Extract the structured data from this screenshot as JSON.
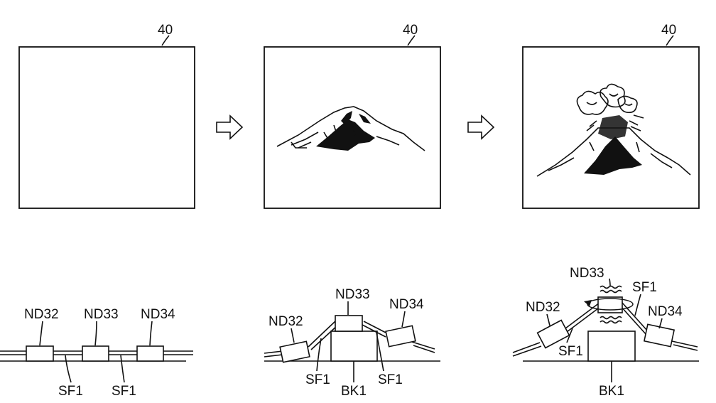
{
  "panels": [
    {
      "ref": "40"
    },
    {
      "ref": "40"
    },
    {
      "ref": "40"
    }
  ],
  "stages": [
    {
      "nodes": [
        "ND32",
        "ND33",
        "ND34"
      ],
      "sf_labels": [
        "SF1",
        "SF1"
      ]
    },
    {
      "nodes": [
        "ND32",
        "ND33",
        "ND34"
      ],
      "sf_labels": [
        "SF1",
        "SF1"
      ],
      "block": "BK1"
    },
    {
      "nodes": [
        "ND32",
        "ND33",
        "ND34"
      ],
      "sf_labels": [
        "SF1",
        "SF1"
      ],
      "block": "BK1"
    }
  ],
  "icons": {
    "arrow": "hollow-right-arrow-icon",
    "mountain": "mountain-icon",
    "volcano": "erupting-volcano-icon",
    "rotation": "rotation-arrow-icon",
    "vibration": "vibration-icon"
  }
}
